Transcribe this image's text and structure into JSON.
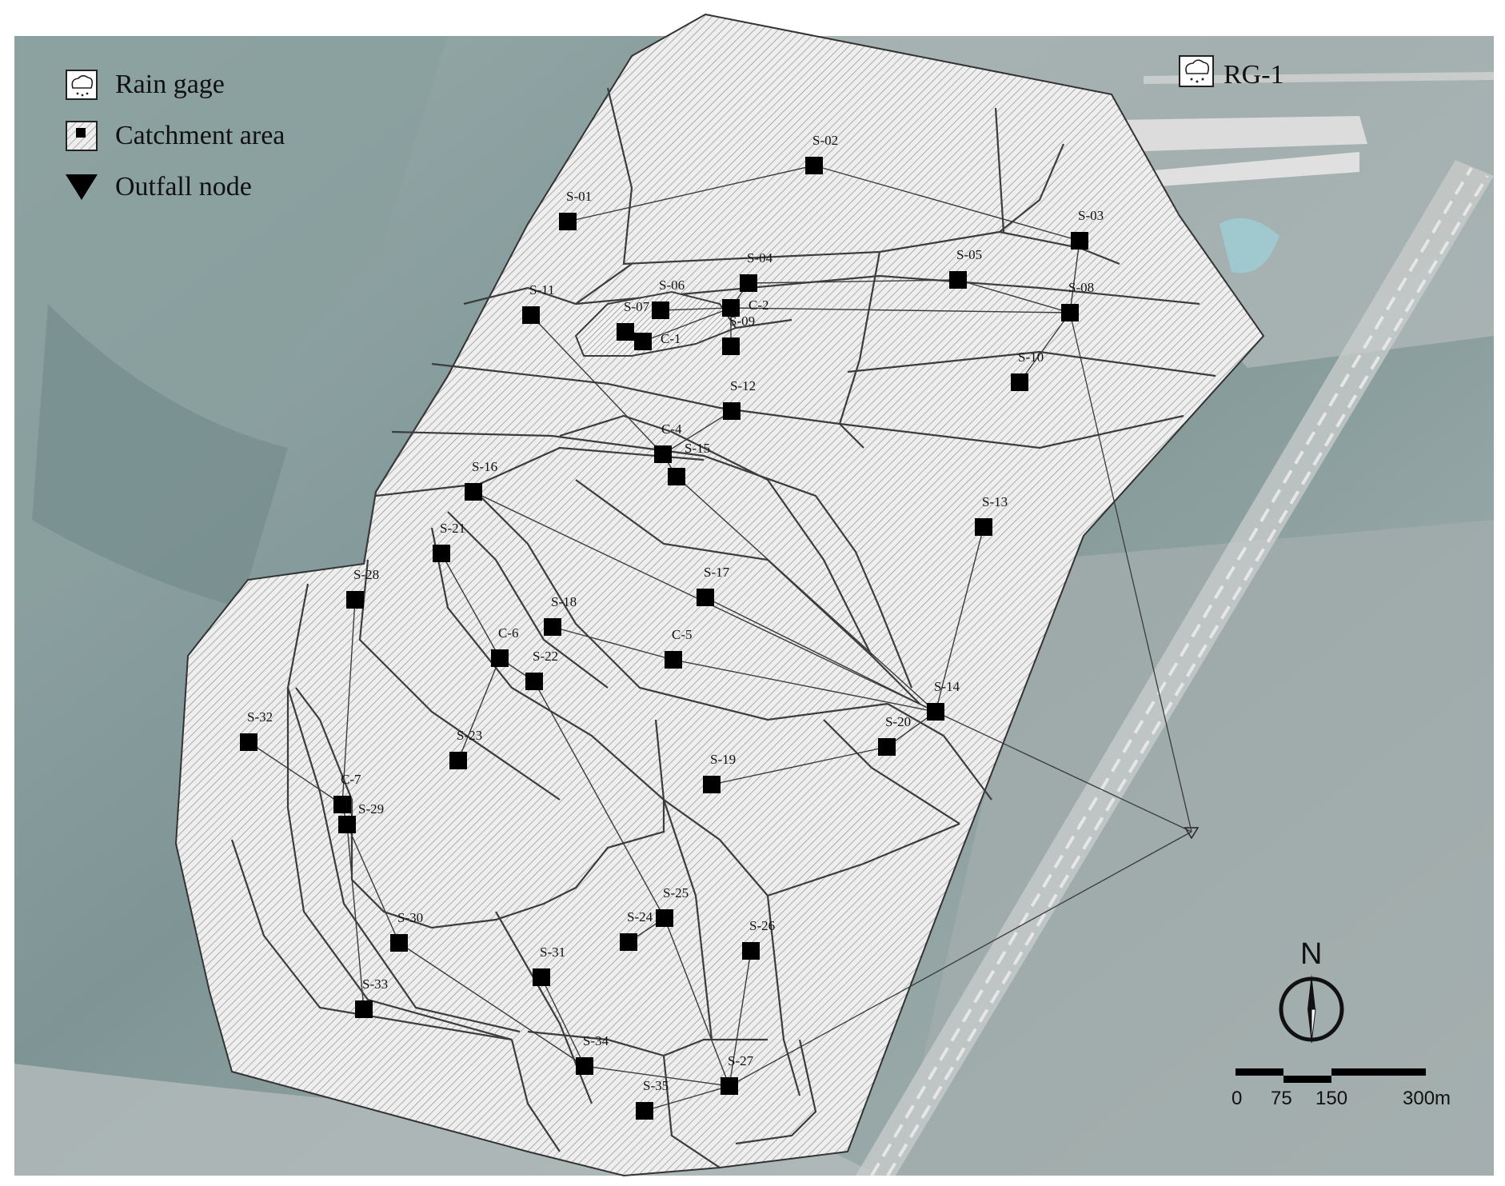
{
  "legend": {
    "rain_gage": "Rain gage",
    "catchment_area": "Catchment area",
    "outfall_node": "Outfall node"
  },
  "rain_gage_label": "RG-1",
  "north_label": "N",
  "scale": {
    "labels": [
      "0",
      "75",
      "150",
      "300m"
    ]
  },
  "colors": {
    "terrain": "#8fa2a3",
    "catchment_fill": "#ededed",
    "hatch": "#9c9c9c",
    "outline": "#333333",
    "node": "#000000",
    "link": "#3a3a3a"
  },
  "nodes": [
    {
      "id": "S-01"
    },
    {
      "id": "S-02"
    },
    {
      "id": "S-03"
    },
    {
      "id": "S-04"
    },
    {
      "id": "S-05"
    },
    {
      "id": "S-06"
    },
    {
      "id": "C-2"
    },
    {
      "id": "S-07"
    },
    {
      "id": "C-1"
    },
    {
      "id": "S-08"
    },
    {
      "id": "S-09"
    },
    {
      "id": "S-10"
    },
    {
      "id": "S-11"
    },
    {
      "id": "S-12"
    },
    {
      "id": "C-4"
    },
    {
      "id": "S-15"
    },
    {
      "id": "S-16"
    },
    {
      "id": "S-13"
    },
    {
      "id": "S-21"
    },
    {
      "id": "S-17"
    },
    {
      "id": "S-28"
    },
    {
      "id": "S-18"
    },
    {
      "id": "C-6"
    },
    {
      "id": "C-5"
    },
    {
      "id": "S-22"
    },
    {
      "id": "S-14"
    },
    {
      "id": "S-32"
    },
    {
      "id": "S-20"
    },
    {
      "id": "S-23"
    },
    {
      "id": "S-19"
    },
    {
      "id": "C-7"
    },
    {
      "id": "S-29"
    },
    {
      "id": "S-25"
    },
    {
      "id": "S-30"
    },
    {
      "id": "S-24"
    },
    {
      "id": "S-26"
    },
    {
      "id": "S-31"
    },
    {
      "id": "S-33"
    },
    {
      "id": "S-34"
    },
    {
      "id": "S-27"
    },
    {
      "id": "S-35"
    }
  ],
  "links": [
    [
      "S-01",
      "S-02"
    ],
    [
      "S-02",
      "S-03"
    ],
    [
      "S-03",
      "S-08"
    ],
    [
      "S-04",
      "S-05"
    ],
    [
      "S-05",
      "S-08"
    ],
    [
      "C-2",
      "S-08"
    ],
    [
      "S-06",
      "C-2"
    ],
    [
      "S-04",
      "C-2"
    ],
    [
      "S-07",
      "C-1"
    ],
    [
      "C-1",
      "C-2"
    ],
    [
      "S-09",
      "C-2"
    ],
    [
      "S-10",
      "S-08"
    ],
    [
      "S-11",
      "C-4"
    ],
    [
      "S-12",
      "C-4"
    ],
    [
      "C-4",
      "S-15"
    ],
    [
      "S-15",
      "S-14"
    ],
    [
      "S-16",
      "S-14"
    ],
    [
      "S-13",
      "S-14"
    ],
    [
      "S-17",
      "S-14"
    ],
    [
      "S-18",
      "C-5"
    ],
    [
      "C-5",
      "S-14"
    ],
    [
      "S-21",
      "C-6"
    ],
    [
      "C-6",
      "S-22"
    ],
    [
      "S-23",
      "C-6"
    ],
    [
      "S-19",
      "S-20"
    ],
    [
      "S-20",
      "S-14"
    ],
    [
      "S-28",
      "C-7"
    ],
    [
      "C-7",
      "S-29"
    ],
    [
      "S-32",
      "C-7"
    ],
    [
      "S-29",
      "S-30"
    ],
    [
      "S-29",
      "S-33"
    ],
    [
      "S-22",
      "S-25"
    ],
    [
      "S-25",
      "S-27"
    ],
    [
      "S-26",
      "S-27"
    ],
    [
      "S-24",
      "S-25"
    ],
    [
      "S-31",
      "S-34"
    ],
    [
      "S-34",
      "S-27"
    ],
    [
      "S-35",
      "S-27"
    ],
    [
      "S-30",
      "S-34"
    ]
  ]
}
